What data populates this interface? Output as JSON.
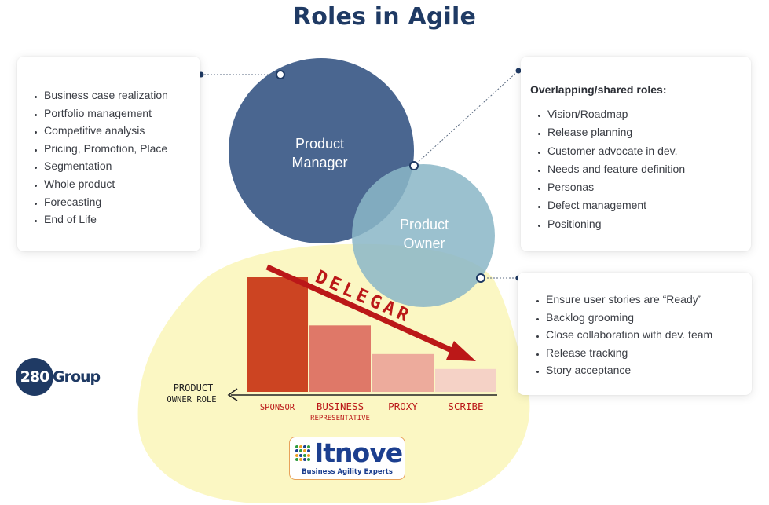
{
  "title": "Roles in Agile",
  "circles": {
    "product_manager": "Product Manager",
    "product_owner": "Product Owner"
  },
  "left_card": {
    "items": [
      "Business case realization",
      "Portfolio management",
      "Competitive analysis",
      "Pricing, Promotion, Place",
      "Segmentation",
      "Whole product",
      "Forecasting",
      "End of Life"
    ]
  },
  "right_card": {
    "heading": "Overlapping/shared roles:",
    "items": [
      "Vision/Roadmap",
      "Release planning",
      "Customer advocate in dev.",
      "Needs and feature definition",
      "Personas",
      "Defect management",
      "Positioning"
    ]
  },
  "bottom_card": {
    "items": [
      "Ensure user stories are “Ready”",
      "Backlog grooming",
      "Close collaboration with dev. team",
      "Release tracking",
      "Story acceptance"
    ]
  },
  "sketch": {
    "delegate_label": "DELEGAR",
    "axis_label_line1": "PRODUCT",
    "axis_label_line2": "OWNER ROLE"
  },
  "chart_data": {
    "type": "bar",
    "categories": [
      "SPONSOR",
      "BUSINESS REPRESENTATIVE",
      "PROXY",
      "SCRIBE"
    ],
    "category_lines": [
      [
        "SPONSOR"
      ],
      [
        "BUSINESS",
        "REPRESENTATIVE"
      ],
      [
        "PROXY"
      ],
      [
        "SCRIBE"
      ]
    ],
    "values": [
      100,
      58,
      33,
      20
    ],
    "colors": [
      "#cc4422",
      "#df7868",
      "#edab9c",
      "#f5d2c6"
    ],
    "xlabel": "PRODUCT OWNER ROLE",
    "ylabel": "",
    "ylim": [
      0,
      100
    ],
    "annotation": "DELEGAR"
  },
  "logos": {
    "group_number": "280",
    "group_word": "Group",
    "itnove_name": "Itnove",
    "itnove_tagline": "Business Agility Experts"
  },
  "colors": {
    "title": "#1f3a64",
    "product_manager_circle": "#4a6690",
    "product_owner_circle": "#8ab7c7",
    "highlight": "#fbf7c3",
    "sketch_red": "#bb1818",
    "itnove_blue": "#1c3f8f"
  }
}
